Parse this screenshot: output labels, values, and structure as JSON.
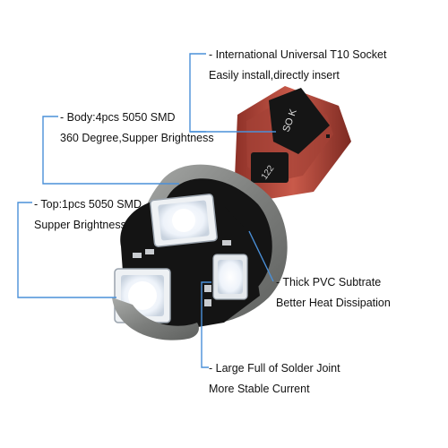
{
  "colors": {
    "callout_line": "#4a90d9",
    "pcb_black": "#141414",
    "socket_red": "#b84a3c",
    "ring_gray": "#8a8c8a",
    "led_white": "#f4f7fb"
  },
  "callouts": {
    "socket": {
      "line1": "- International Universal T10 Socket",
      "line2": "Easily install,directly insert"
    },
    "body": {
      "line1": "- Body:4pcs 5050 SMD",
      "line2": "360 Degree,Supper Brightness"
    },
    "top": {
      "line1": "- Top:1pcs 5050 SMD",
      "line2": "Supper Brightness"
    },
    "pvc": {
      "line1": "- Thick PVC Subtrate",
      "line2": "Better Heat Dissipation"
    },
    "solder": {
      "line1": "- Large Full of Solder Joint",
      "line2": "More Stable Current"
    }
  },
  "board_markings": {
    "code_a": "SO K",
    "code_b": "122"
  }
}
